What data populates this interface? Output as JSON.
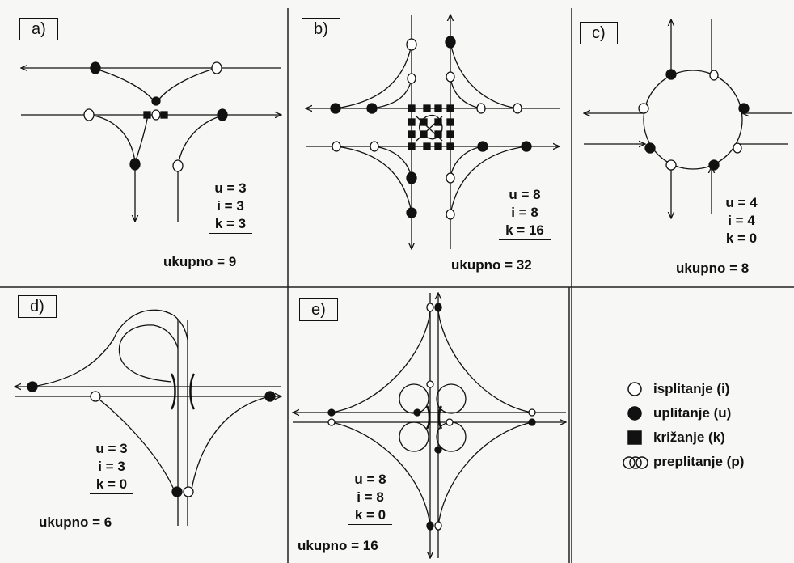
{
  "panels": {
    "a": {
      "label": "a)",
      "u": "u = 3",
      "i": "i = 3",
      "k": "k = 3",
      "total": "ukupno = 9"
    },
    "b": {
      "label": "b)",
      "u": "u = 8",
      "i": "i = 8",
      "k": "k = 16",
      "total": "ukupno = 32"
    },
    "c": {
      "label": "c)",
      "u": "u = 4",
      "i": "i = 4",
      "k": "k = 0",
      "total": "ukupno = 8"
    },
    "d": {
      "label": "d)",
      "u": "u = 3",
      "i": "i = 3",
      "k": "k = 0",
      "total": "ukupno = 6"
    },
    "e": {
      "label": "e)",
      "u": "u = 8",
      "i": "i = 8",
      "k": "k = 0",
      "total": "ukupno = 16"
    }
  },
  "legend": {
    "diverge": "isplitanje (i)",
    "merge": "uplitanje (u)",
    "cross": "križanje (k)",
    "weave": "preplitanje (p)"
  }
}
